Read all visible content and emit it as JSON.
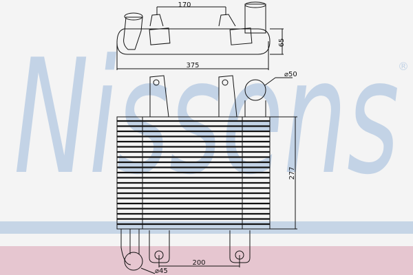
{
  "watermark": {
    "brand": "Nissens",
    "registered_mark": "®",
    "color": "#c3d3e6"
  },
  "background": {
    "base": "#f4f4f4",
    "blue_band": "#c6d5e6",
    "pink_band": "#e6c6d0"
  },
  "dimensions": {
    "inlet_spacing": "170",
    "top_height": "65",
    "overall_width": "375",
    "outlet_diameter": "⌀50",
    "core_height": "277",
    "bracket_spacing": "200",
    "inlet_diameter": "⌀45"
  }
}
